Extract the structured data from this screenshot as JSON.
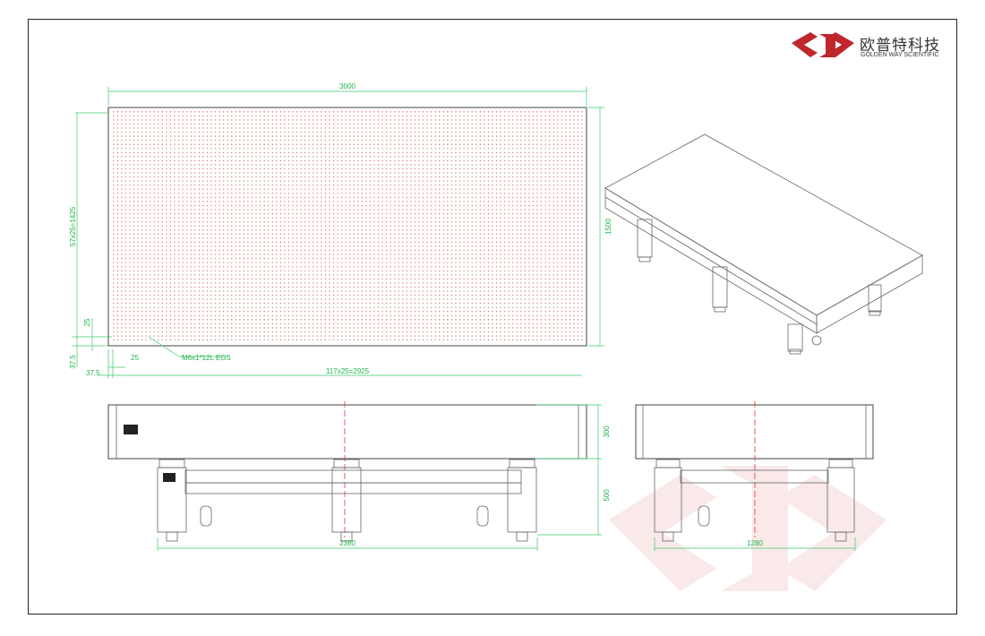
{
  "logo": {
    "name_cn": "欧普特科技",
    "name_en": "GOLDEN WAY SCIENTIFIC",
    "brand_color": "#c0272d"
  },
  "top_view": {
    "width_label": "3000",
    "height_label": "1500",
    "hole_rows_label": "57x25=1425",
    "hole_cols_label": "117x25=2925",
    "pitch_v_label": "25",
    "pitch_h_label": "25",
    "margin_v_label": "37.5",
    "margin_h_label": "37.5",
    "thread_label": "M6x1*12L EGS",
    "hole_color": "#c0392b"
  },
  "front_view": {
    "top_thickness_label": "300",
    "leg_height_label": "500",
    "leg_span_label": "2380"
  },
  "side_view": {
    "leg_span_label": "1280"
  }
}
